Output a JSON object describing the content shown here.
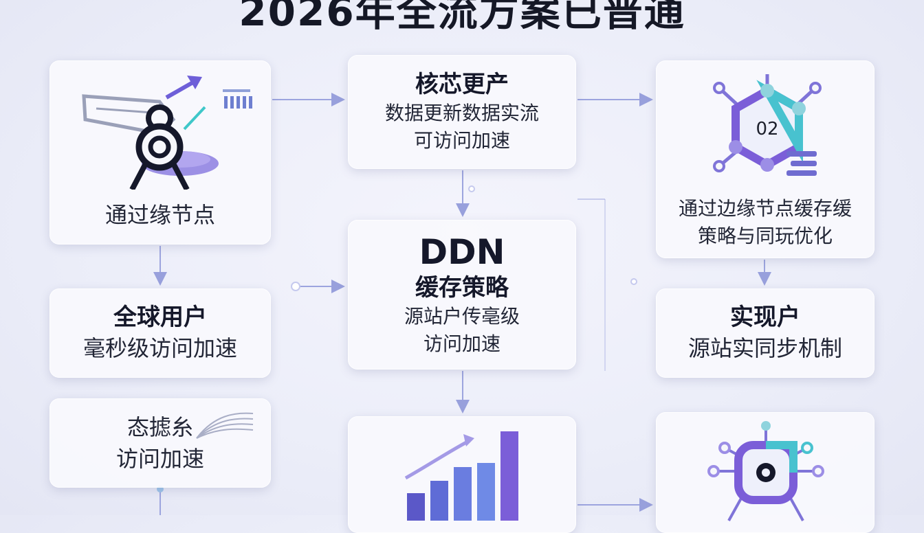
{
  "title": "2026年全流方案已普通",
  "cards": {
    "edge": {
      "label": "通过缘节点"
    },
    "core": {
      "title": "核芯更产",
      "line1": "数据更新数据实流",
      "line2": "可访问加速"
    },
    "cache_strategy": {
      "label": "通过边缘节点缓存缓",
      "label2": "策略与同玩优化",
      "icon_text": "02"
    },
    "global_users": {
      "title": "全球用户",
      "sub": "毫秒级访问加速"
    },
    "ddn": {
      "title": "DDN",
      "title2": "缓存策略",
      "line1": "源站户传亳级",
      "line2": "访问加速"
    },
    "realize": {
      "title": "实现户",
      "sub": "源站实同步机制"
    },
    "state": {
      "line1": "态摅糸",
      "line2": "访问加速"
    }
  },
  "colors": {
    "accent": "#8e8fe6",
    "line": "#9aa2dc",
    "purple": "#6e5fd8",
    "teal": "#3fc7c9"
  }
}
